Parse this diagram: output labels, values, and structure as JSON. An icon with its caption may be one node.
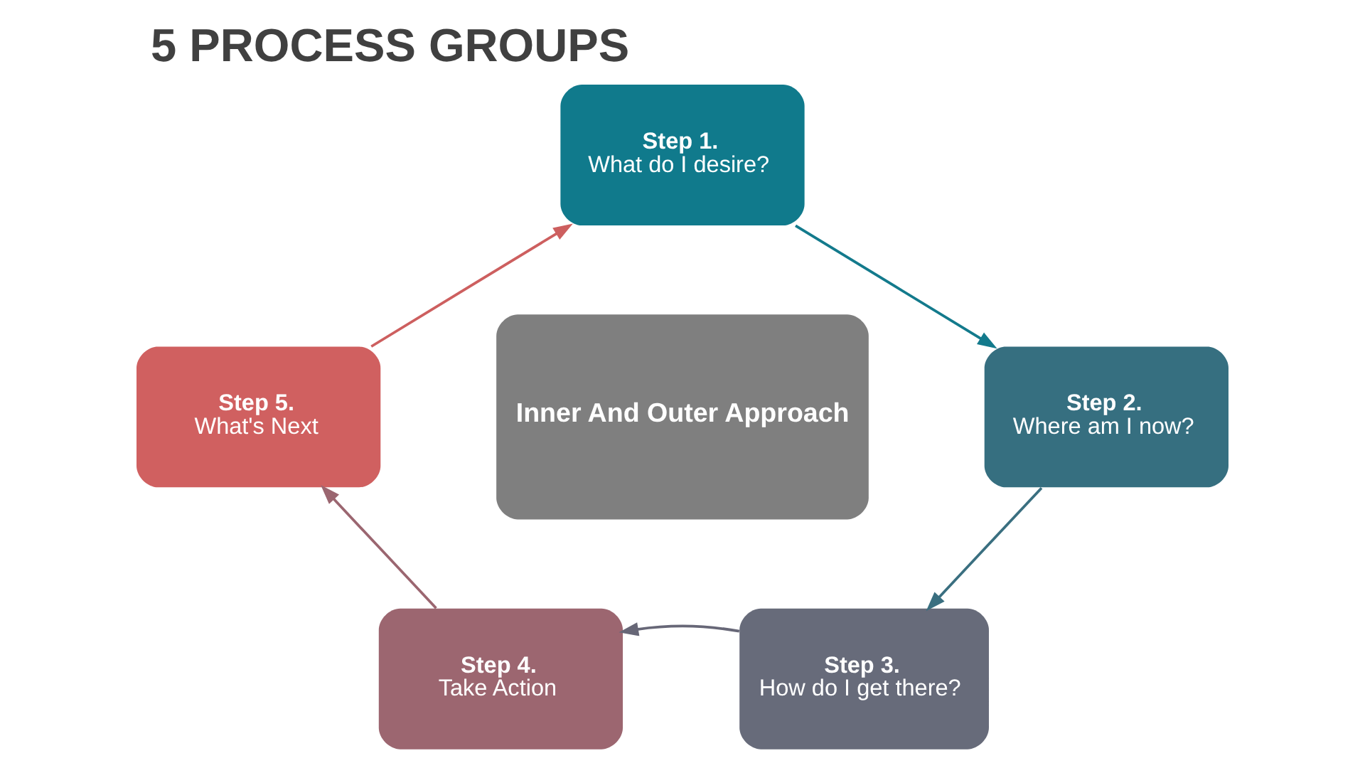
{
  "diagram": {
    "title": "5 PROCESS GROUPS",
    "nodes": [
      {
        "text": [
          "Step 1.",
          "What do I desire?"
        ]
      },
      {
        "text": [
          "Step 5.",
          "What's Next"
        ]
      },
      {
        "text": [
          "Inner And Outer Approach"
        ]
      },
      {
        "text": [
          "Step 2.",
          "Where am I now?"
        ]
      },
      {
        "text": [
          "Step 4.",
          "Take Action"
        ]
      },
      {
        "text": [
          "Step 3.",
          "How do I get there?"
        ]
      }
    ],
    "edges": [
      {
        "from": 0,
        "to": 3,
        "arrow": "to",
        "color": "#137a8c"
      },
      {
        "from": 3,
        "to": 5,
        "arrow": "to",
        "color": "#3a6f80"
      },
      {
        "from": 5,
        "to": 4,
        "arrow": "to",
        "color": "#676777"
      },
      {
        "from": 4,
        "to": 1,
        "arrow": "to",
        "color": "#9b6670"
      },
      {
        "from": 1,
        "to": 0,
        "arrow": "to",
        "color": "#cd5f5f"
      }
    ]
  }
}
